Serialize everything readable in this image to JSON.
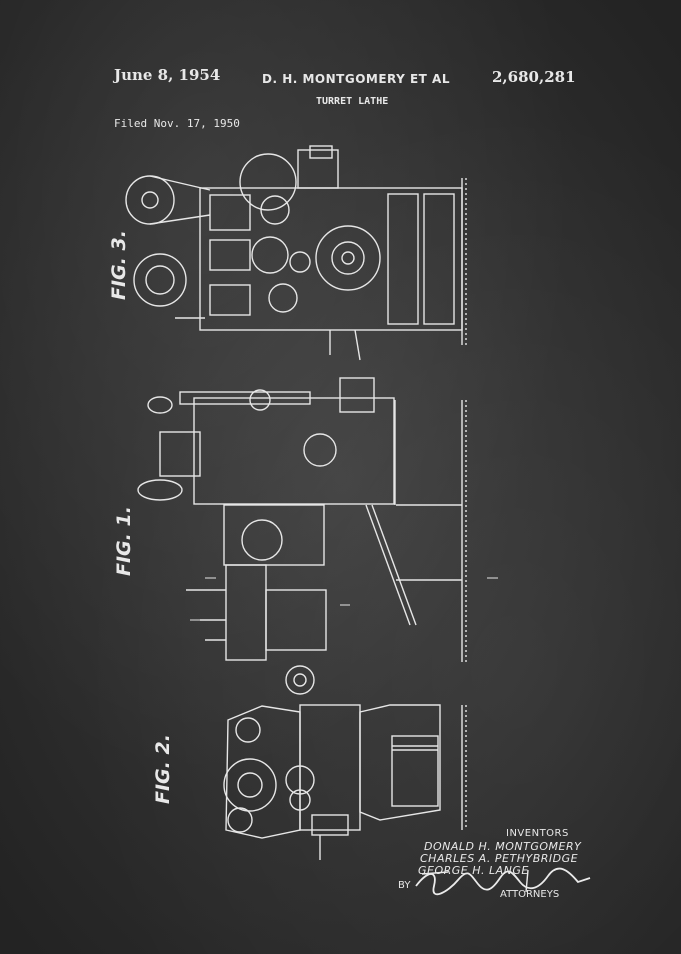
{
  "header": {
    "date": "June 8, 1954",
    "inventor_header": "D. H. MONTGOMERY  ET AL",
    "patent_number": "2,680,281",
    "title": "TURRET LATHE",
    "filed": "Filed Nov. 17, 1950"
  },
  "figures": {
    "fig3": "FIG. 3.",
    "fig1": "FIG. 1.",
    "fig2": "FIG. 2."
  },
  "inventors": {
    "label": "INVENTORS",
    "names": [
      "DONALD H. MONTGOMERY",
      "CHARLES A. PETHYBRIDGE",
      "GEORGE H. LANGE"
    ]
  },
  "attorneys": {
    "by": "BY",
    "label": "ATTORNEYS"
  },
  "colors": {
    "background": "#3a3a3a",
    "ink": "#e8e8e8"
  }
}
